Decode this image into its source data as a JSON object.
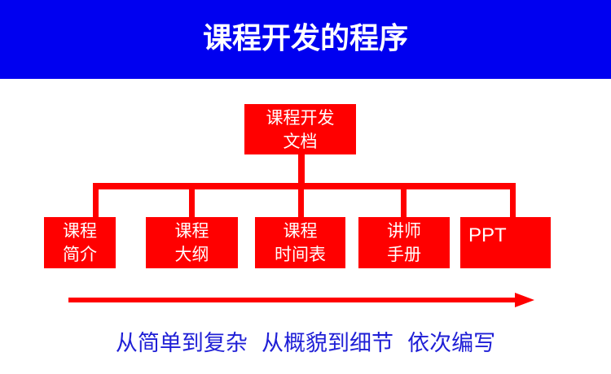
{
  "title": "课程开发的程序",
  "root": {
    "line1": "课程开发",
    "line2": "文档"
  },
  "children": [
    {
      "line1": "课程",
      "line2": "简介"
    },
    {
      "line1": "课程",
      "line2": "大纲"
    },
    {
      "line1": "课程",
      "line2": "时间表"
    },
    {
      "line1": "讲师",
      "line2": "手册"
    },
    {
      "line1": "PPT",
      "line2": ""
    }
  ],
  "footer": "从简单到复杂  从概貌到细节  依次编写",
  "colors": {
    "header": "#0000f0",
    "box": "#ff0000",
    "footer_text": "#1f1fd6"
  }
}
